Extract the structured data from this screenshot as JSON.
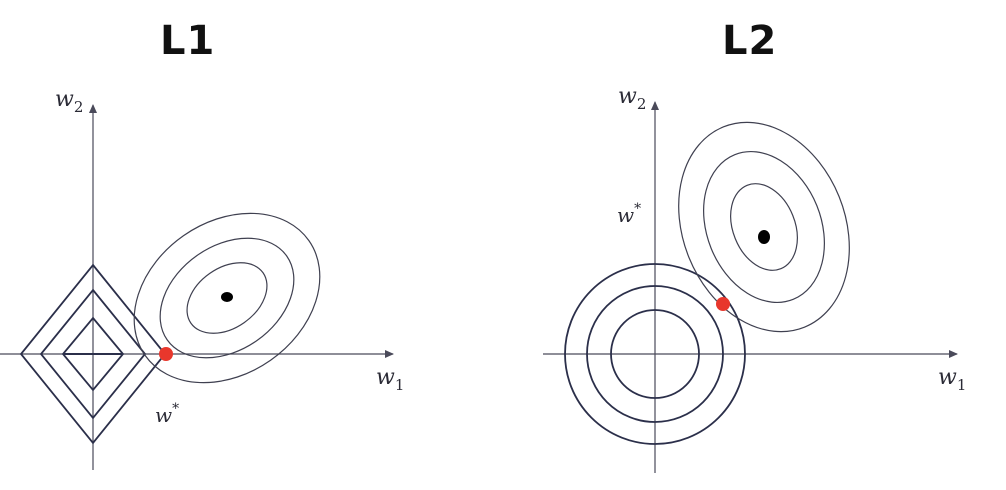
{
  "left_panel": {
    "title": "L1",
    "axis_x": "w",
    "axis_x_sub": "1",
    "axis_y": "w",
    "axis_y_sub": "2",
    "solution": "w",
    "solution_sup": "*"
  },
  "right_panel": {
    "title": "L2",
    "axis_x": "w",
    "axis_x_sub": "1",
    "axis_y": "w",
    "axis_y_sub": "2",
    "solution": "w",
    "solution_sup": "*"
  },
  "colors": {
    "axis": "#4a4a5a",
    "contour": "#3f4050",
    "constraint": "#2b2f4a",
    "optimum_point": "#e8372c",
    "center_point": "#000000"
  }
}
